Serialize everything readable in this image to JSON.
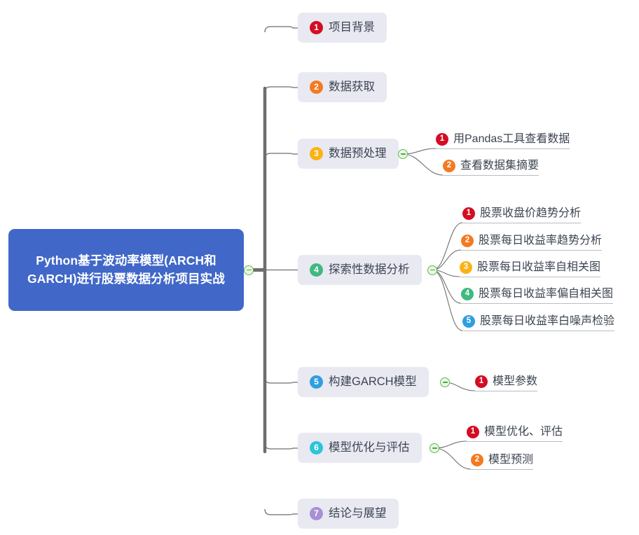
{
  "mindmap": {
    "root": {
      "title": "Python基于波动率模型(ARCH和GARCH)进行股票数据分析项目实战",
      "color": "#4168c8",
      "text_color": "#ffffff",
      "toggle_label": "collapse-root"
    },
    "node_background": "#e9e9f2",
    "text_color": "#3c4452",
    "link_color": "#6e6e6e",
    "toggle_color": "#5fb850",
    "badge_palette": [
      "#d40d23",
      "#f47a20",
      "#fbb215",
      "#3fb980",
      "#2e9fe0",
      "#29c5d8",
      "#a98fd4"
    ],
    "branches": [
      {
        "number": "1",
        "label": "项目背景",
        "badge_color": "#d40d23",
        "children": []
      },
      {
        "number": "2",
        "label": "数据获取",
        "badge_color": "#f47a20",
        "children": []
      },
      {
        "number": "3",
        "label": "数据预处理",
        "badge_color": "#fbb215",
        "children": [
          {
            "number": "1",
            "label": "用Pandas工具查看数据",
            "badge_color": "#d40d23"
          },
          {
            "number": "2",
            "label": "查看数据集摘要",
            "badge_color": "#f47a20"
          }
        ]
      },
      {
        "number": "4",
        "label": "探索性数据分析",
        "badge_color": "#3fb980",
        "children": [
          {
            "number": "1",
            "label": "股票收盘价趋势分析",
            "badge_color": "#d40d23"
          },
          {
            "number": "2",
            "label": "股票每日收益率趋势分析",
            "badge_color": "#f47a20"
          },
          {
            "number": "3",
            "label": "股票每日收益率自相关图",
            "badge_color": "#fbb215"
          },
          {
            "number": "4",
            "label": "股票每日收益率偏自相关图",
            "badge_color": "#3fb980"
          },
          {
            "number": "5",
            "label": "股票每日收益率白噪声检验",
            "badge_color": "#2e9fe0"
          }
        ]
      },
      {
        "number": "5",
        "label": "构建GARCH模型",
        "badge_color": "#2e9fe0",
        "children": [
          {
            "number": "1",
            "label": "模型参数",
            "badge_color": "#d40d23"
          }
        ]
      },
      {
        "number": "6",
        "label": "模型优化与评估",
        "badge_color": "#29c5d8",
        "children": [
          {
            "number": "1",
            "label": "模型优化、评估",
            "badge_color": "#d40d23"
          },
          {
            "number": "2",
            "label": "模型预测",
            "badge_color": "#f47a20"
          }
        ]
      },
      {
        "number": "7",
        "label": "结论与展望",
        "badge_color": "#a98fd4",
        "children": []
      }
    ]
  }
}
